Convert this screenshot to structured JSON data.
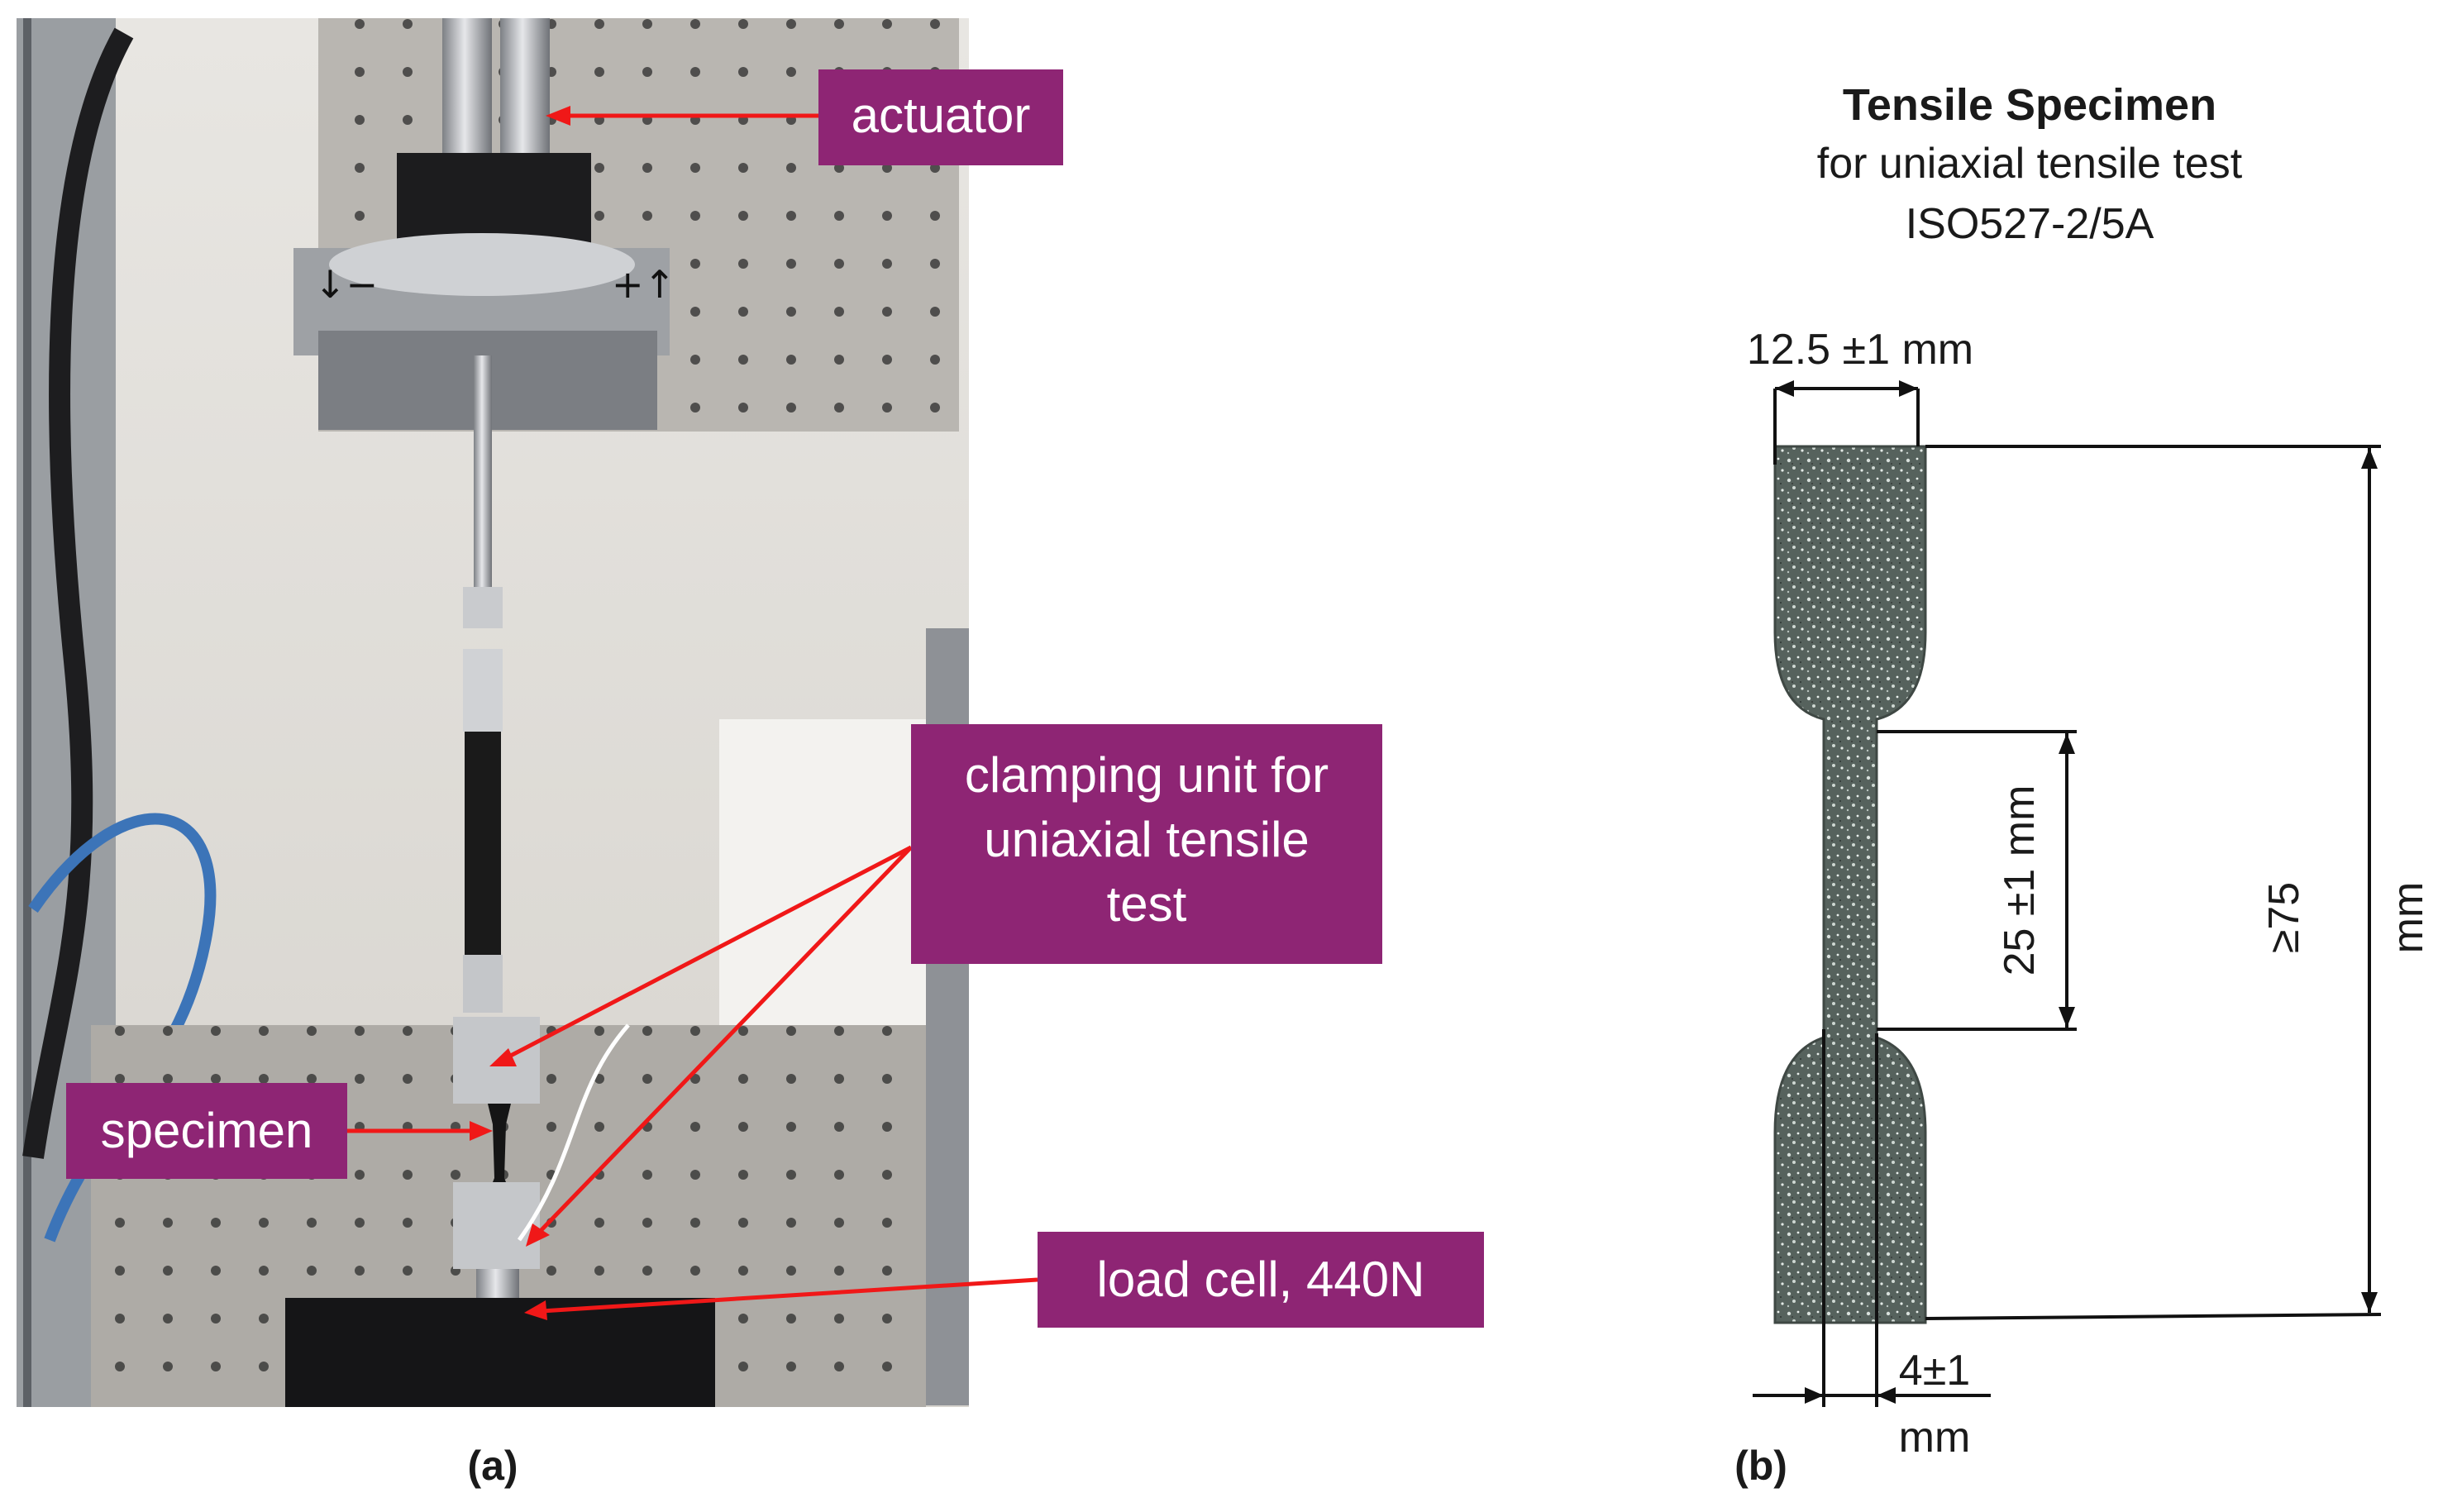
{
  "panel_a": {
    "caption": "(a)",
    "callouts": {
      "actuator": "actuator",
      "clamping_line1": "clamping unit for",
      "clamping_line2": "uniaxial tensile",
      "clamping_line3": "test",
      "specimen": "specimen",
      "load_cell": "load cell, 440N"
    },
    "colors": {
      "callout_fill": "#8E2574",
      "arrow": "#F01818"
    }
  },
  "panel_b": {
    "caption": "(b)",
    "title": "Tensile Specimen",
    "subtitle_line1": "for uniaxial tensile test",
    "subtitle_line2": "ISO527-2/5A",
    "dimensions": {
      "width_top": "12.5 ±1 mm",
      "gauge_length": "25 ±1 mm",
      "overall_value": "≥75",
      "overall_unit": "mm",
      "neck_value": "4±1",
      "neck_unit": "mm"
    },
    "colors": {
      "specimen": "#5f6b66"
    }
  }
}
